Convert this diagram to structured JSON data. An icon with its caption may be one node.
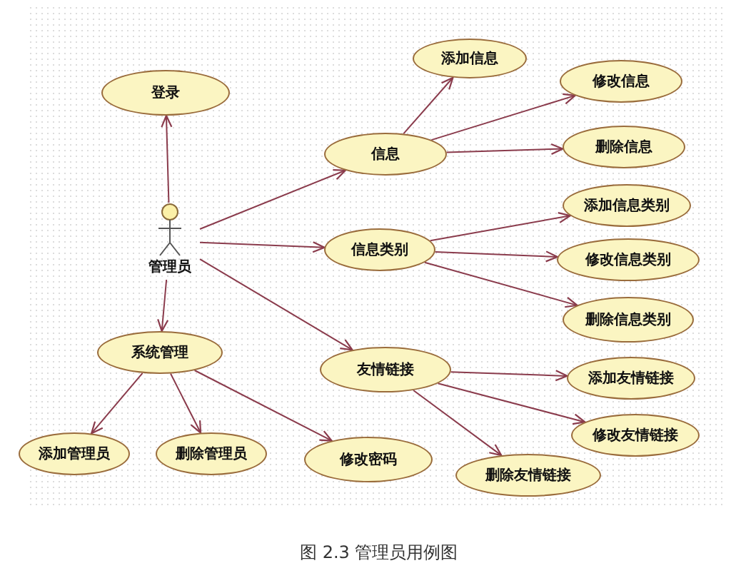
{
  "diagram": {
    "caption": "图 2.3 管理员用例图",
    "nodes": [
      {
        "text": [
          "登录"
        ]
      },
      {
        "text": [
          "管理员"
        ]
      },
      {
        "text": [
          "信息"
        ]
      },
      {
        "text": [
          "添加信息"
        ]
      },
      {
        "text": [
          "修改信息"
        ]
      },
      {
        "text": [
          "删除信息"
        ]
      },
      {
        "text": [
          "信息类别"
        ]
      },
      {
        "text": [
          "添加信息类别"
        ]
      },
      {
        "text": [
          "修改信息类别"
        ]
      },
      {
        "text": [
          "删除信息类别"
        ]
      },
      {
        "text": [
          "友情链接"
        ]
      },
      {
        "text": [
          "添加友情链接"
        ]
      },
      {
        "text": [
          "修改友情链接"
        ]
      },
      {
        "text": [
          "删除友情链接"
        ]
      },
      {
        "text": [
          "系统管理"
        ]
      },
      {
        "text": [
          "添加管理员"
        ]
      },
      {
        "text": [
          "删除管理员"
        ]
      },
      {
        "text": [
          "修改密码"
        ]
      }
    ],
    "edges": [
      {
        "from": 1,
        "to": 0,
        "arrow": "to"
      },
      {
        "from": 1,
        "to": 2,
        "arrow": "to"
      },
      {
        "from": 1,
        "to": 6,
        "arrow": "to"
      },
      {
        "from": 1,
        "to": 10,
        "arrow": "to"
      },
      {
        "from": 1,
        "to": 14,
        "arrow": "to"
      },
      {
        "from": 2,
        "to": 3,
        "arrow": "to"
      },
      {
        "from": 2,
        "to": 4,
        "arrow": "to"
      },
      {
        "from": 2,
        "to": 5,
        "arrow": "to"
      },
      {
        "from": 6,
        "to": 7,
        "arrow": "to"
      },
      {
        "from": 6,
        "to": 8,
        "arrow": "to"
      },
      {
        "from": 6,
        "to": 9,
        "arrow": "to"
      },
      {
        "from": 10,
        "to": 11,
        "arrow": "to"
      },
      {
        "from": 10,
        "to": 12,
        "arrow": "to"
      },
      {
        "from": 10,
        "to": 13,
        "arrow": "to"
      },
      {
        "from": 14,
        "to": 15,
        "arrow": "to"
      },
      {
        "from": 14,
        "to": 16,
        "arrow": "to"
      },
      {
        "from": 14,
        "to": 17,
        "arrow": "to"
      }
    ]
  }
}
